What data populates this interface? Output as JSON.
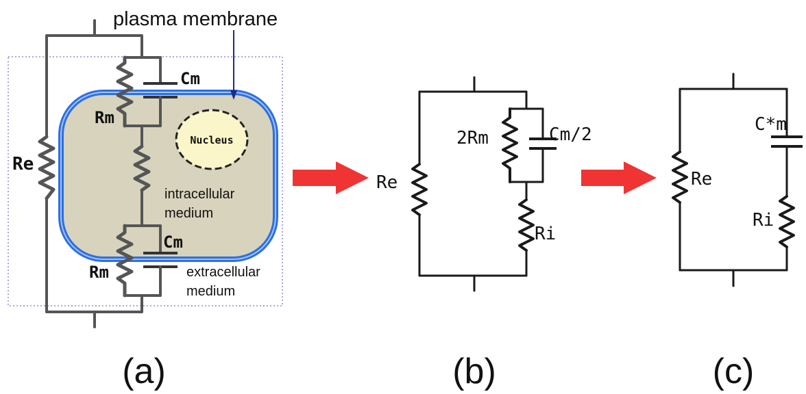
{
  "panel_a": {
    "plasma_membrane_label": "plasma membrane",
    "nucleus_label": "Nucleus",
    "intracellular_label_line1": "intracellular",
    "intracellular_label_line2": "medium",
    "extracellular_label_line1": "extracellular",
    "extracellular_label_line2": "medium",
    "re_label": "Re",
    "rm_label": "Rm",
    "cm_label": "Cm",
    "colors": {
      "cell_fill": "#d8d3bd",
      "membrane": "#2f6fe0",
      "nucleus_fill": "#fbf6c9",
      "box_border": "#8b8bd8",
      "pointer_arrow": "#1b2a8c"
    }
  },
  "panel_b": {
    "re_label": "Re",
    "rm_label": "2Rm",
    "cm_label": "Cm/2",
    "ri_label": "Ri"
  },
  "panel_c": {
    "re_label": "Re",
    "cm_label": "C*m",
    "ri_label": "Ri"
  },
  "arrows": {
    "color": "#f03434"
  },
  "captions": [
    "(a)",
    "(b)",
    "(c)"
  ]
}
